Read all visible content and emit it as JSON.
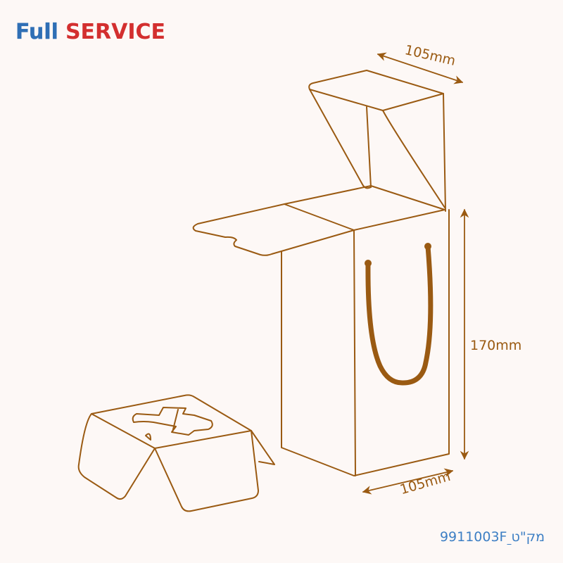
{
  "brand": {
    "logo_part1": "Full",
    "logo_part2": "SERVICE",
    "colors": {
      "full": "#2f6fb5",
      "service": "#d32f2f"
    }
  },
  "diagram": {
    "subject": "gift box with rope handle and separate lid",
    "line_color": "#9a5a12",
    "background": "#fdf8f6",
    "dimensions": {
      "top_width": "105mm",
      "height": "170mm",
      "bottom_width": "105mm"
    }
  },
  "footer": {
    "sku_number": "9911003F",
    "sku_label": "מק\"ט",
    "link_color": "#3d7fc4"
  }
}
